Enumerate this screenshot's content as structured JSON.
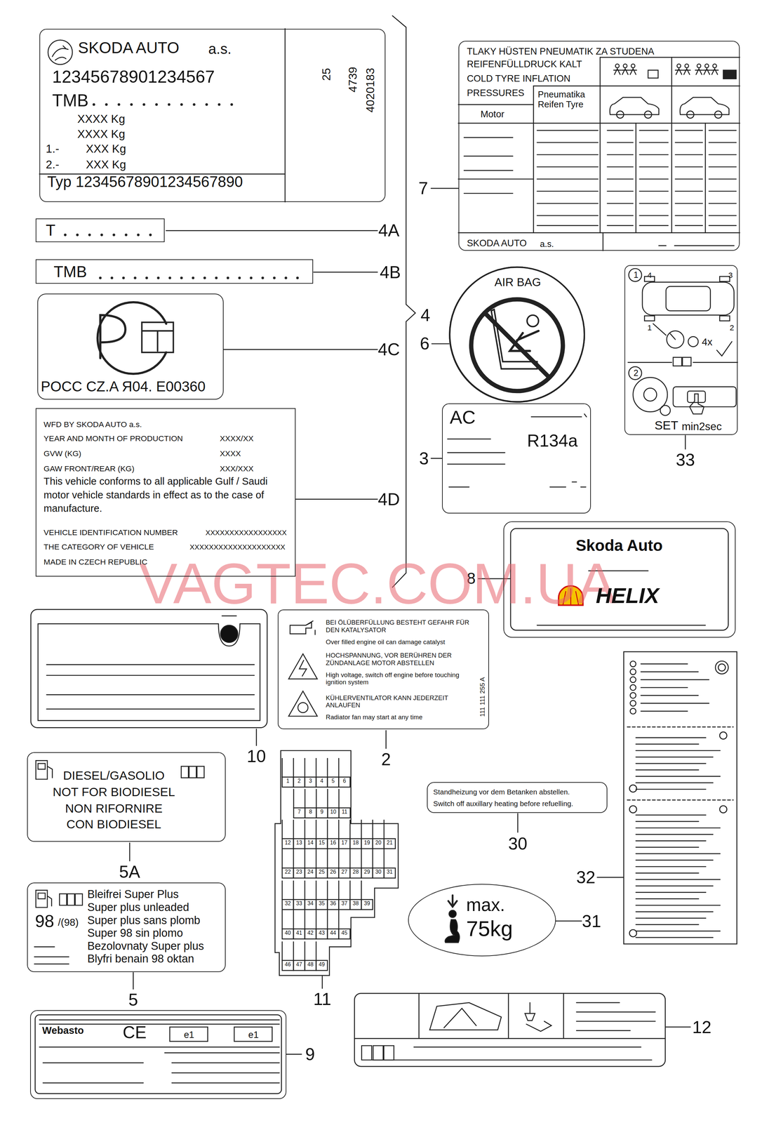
{
  "diagram": {
    "nodes": [
      {
        "text": [
          "SKODA AUTO",
          "a.s.",
          "12345678901234567",
          "TMB",
          "XXXX Kg",
          "XXXX Kg",
          "1.-",
          "XXX Kg",
          "2.-",
          "XXX Kg",
          "Typ 12345678901234567890",
          "25",
          "4739",
          "4020183"
        ]
      },
      {
        "text": [
          "T"
        ]
      },
      {
        "text": [
          "TMB"
        ]
      },
      {
        "text": [
          "POCC CZ.A Я04. E00360"
        ]
      },
      {
        "text": [
          "WFD BY SKODA AUTO a.s.",
          "YEAR AND MONTH OF PRODUCTION",
          "XXXX/XX",
          "GVW (KG)",
          "XXXX",
          "GAW FRONT/REAR (KG)",
          "XXX/XXX",
          "This vehicle conforms to all applicable Gulf / Saudi motor vehicle standards in effect as to the case of manufacture.",
          "VEHICLE IDENTIFICATION NUMBER",
          "XXXXXXXXXXXXXXXXX",
          "THE CATEGORY OF VEHICLE",
          "XXXXXXXXXXXXXXXXXXXX",
          "MADE IN CZECH REPUBLIC"
        ]
      },
      {
        "text": [
          "TLAKY HÜSTEN PNEUMATIK ZA STUDENA",
          "REIFENFÜLLDRUCK KALT",
          "COLD TYRE INFLATION",
          "PRESSURES",
          "Pneumatika Reifen Tyre",
          "Motor",
          "SKODA AUTO",
          "a.s."
        ]
      },
      {
        "text": [
          "AIR BAG"
        ]
      },
      {
        "text": [
          "1",
          "4",
          "3",
          "1",
          "2",
          "4x",
          "2",
          "SET",
          "min2sec"
        ]
      },
      {
        "text": [
          "AC",
          "R134a"
        ]
      },
      {
        "text": [
          "Skoda Auto",
          "HELIX"
        ]
      },
      {
        "text": [
          "BEI ÖLÜBERFÜLLUNG BESTEHT GEFAHR FÜR DEN KATALYSATOR",
          "Over filled engine oil can damage catalyst",
          "HOCHSPANNUNG, VOR BERÜHREN DER ZÜNDANLAGE MOTOR ABSTELLEN",
          "High voltage, switch off engine before touching ignition system",
          "KÜHLERVENTILATOR KANN JEDERZEIT ANLAUFEN",
          "Radiator fan may start at any time",
          "111 111 255 A"
        ]
      },
      {
        "text": [
          "DIESEL/GASOLIO",
          "NOT FOR BIODIESEL",
          "NON RIFORNIRE",
          "CON BIODIESEL"
        ]
      },
      {
        "text": [
          "Bleifrei Super Plus",
          "Super plus unleaded",
          "98",
          "/(98)",
          "Super plus sans plomb",
          "Super 98 sin plomo",
          "Bezolovnaty Super plus",
          "Blyfri benain 98 oktan"
        ]
      },
      {
        "text": [
          "Standheizung vor dem Betanken abstellen.",
          "Switch off auxillary heating before refuelling."
        ]
      },
      {
        "text": [
          "max.",
          "75kg"
        ]
      },
      {
        "text": [
          "1",
          "2",
          "3",
          "4",
          "5",
          "6",
          "7",
          "8",
          "9",
          "10",
          "11",
          "12",
          "13",
          "14",
          "15",
          "16",
          "17",
          "18",
          "19",
          "20",
          "21",
          "22",
          "23",
          "24",
          "25",
          "26",
          "27",
          "28",
          "29",
          "30",
          "31",
          "32",
          "33",
          "34",
          "35",
          "36",
          "37",
          "38",
          "39",
          "40",
          "41",
          "42",
          "43",
          "44",
          "45",
          "46",
          "47",
          "48",
          "49"
        ]
      },
      {
        "text": [
          "Webasto",
          "CE",
          "e1",
          "e1"
        ]
      }
    ],
    "labels": [
      "4A",
      "4B",
      "4",
      "4C",
      "7",
      "6",
      "3",
      "33",
      "4D",
      "8",
      "VAGTEC.COM.UA",
      "10",
      "2",
      "5A",
      "30",
      "32",
      "31",
      "5",
      "11",
      "9",
      "12"
    ]
  }
}
